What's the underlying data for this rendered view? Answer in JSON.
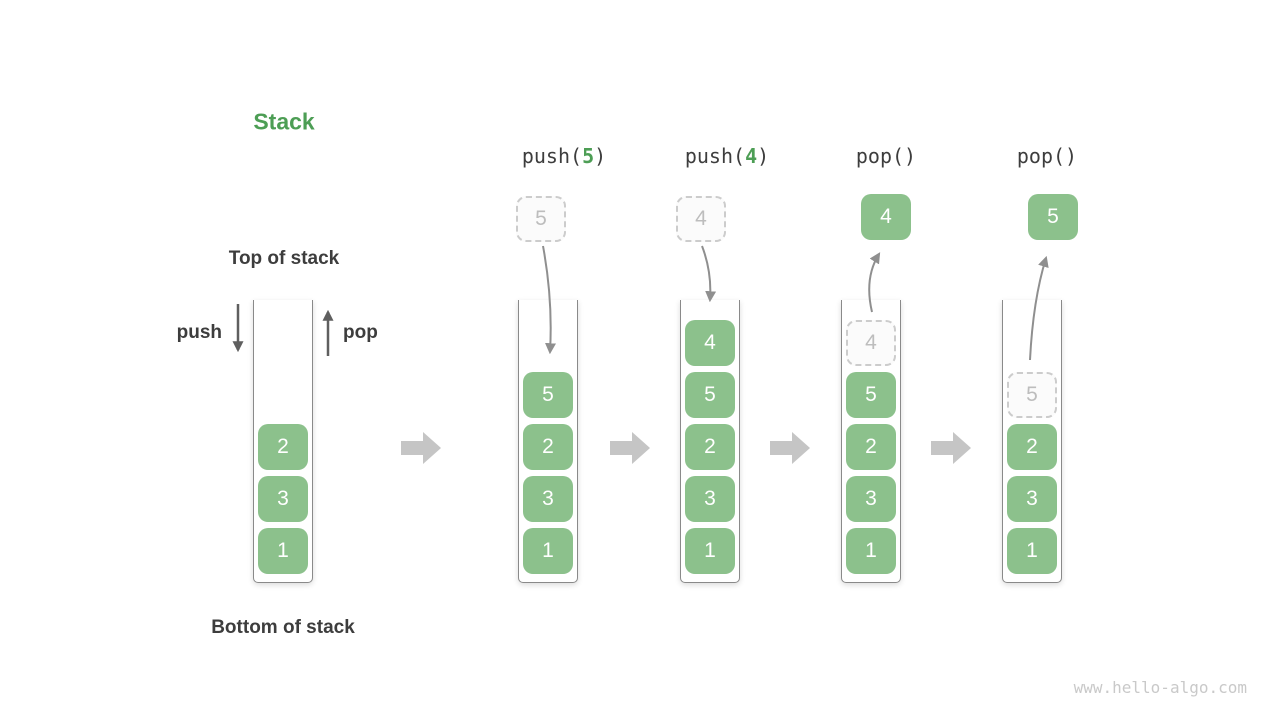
{
  "diagram_title": "Stack",
  "legend": {
    "top_label": "Top of stack",
    "bottom_label": "Bottom of stack",
    "push_label": "push",
    "pop_label": "pop"
  },
  "operations": [
    {
      "call": "push(",
      "arg": "5",
      "close": ")"
    },
    {
      "call": "push(",
      "arg": "4",
      "close": ")"
    },
    {
      "call": "pop()",
      "arg": "",
      "close": ""
    },
    {
      "call": "pop()",
      "arg": "",
      "close": ""
    }
  ],
  "stacks": [
    {
      "blocks": [
        {
          "value": "2"
        },
        {
          "value": "3"
        },
        {
          "value": "1"
        }
      ]
    },
    {
      "floating": {
        "value": "5",
        "style": "dashed"
      },
      "blocks": [
        {
          "value": "5"
        },
        {
          "value": "2"
        },
        {
          "value": "3"
        },
        {
          "value": "1"
        }
      ]
    },
    {
      "floating": {
        "value": "4",
        "style": "dashed"
      },
      "blocks": [
        {
          "value": "4"
        },
        {
          "value": "5"
        },
        {
          "value": "2"
        },
        {
          "value": "3"
        },
        {
          "value": "1"
        }
      ]
    },
    {
      "floating": {
        "value": "4",
        "style": "solid"
      },
      "blocks": [
        {
          "value": "4",
          "state": "removed"
        },
        {
          "value": "5"
        },
        {
          "value": "2"
        },
        {
          "value": "3"
        },
        {
          "value": "1"
        }
      ]
    },
    {
      "floating": {
        "value": "5",
        "style": "solid"
      },
      "blocks": [
        {
          "value": "5",
          "state": "removed"
        },
        {
          "value": "2"
        },
        {
          "value": "3"
        },
        {
          "value": "1"
        }
      ]
    }
  ],
  "watermark": "www.hello-algo.com",
  "colors": {
    "accent-green": "#4d9e55",
    "block-green": "#8cc18c",
    "text-dark": "#3d3d3d",
    "wall-gray": "#8a8a8a",
    "arrow-gray": "#c5c5c5",
    "line-gray": "#8f8f8f",
    "dark-arrow": "#5f5f5f",
    "dashed-border": "#cccccc",
    "dashed-text": "#bdbdbd",
    "dashed-fill": "#fbfbfb",
    "watermark-gray": "#c9c9c9"
  }
}
